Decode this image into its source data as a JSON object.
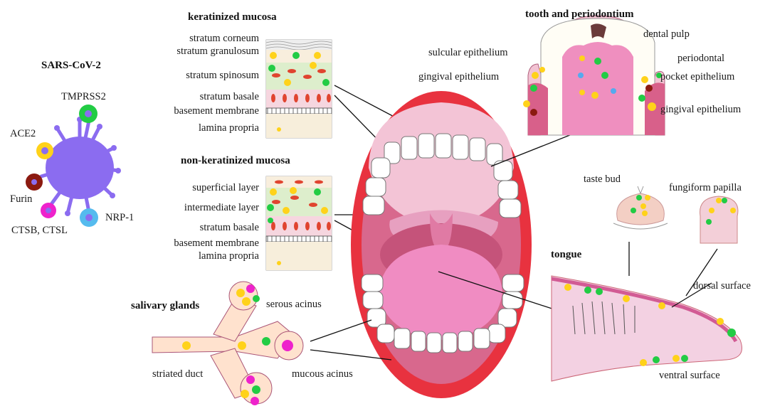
{
  "virus": {
    "title": "SARS-CoV-2",
    "receptors": [
      "TMPRSS2",
      "ACE2",
      "Furin",
      "NRP-1",
      "CTSB, CTSL"
    ]
  },
  "keratinized": {
    "title": "keratinized mucosa",
    "layers": [
      "stratum corneum",
      "stratum granulosum",
      "stratum spinosum",
      "stratum basale",
      "basement membrane",
      "lamina propria"
    ]
  },
  "nonkeratinized": {
    "title": "non-keratinized mucosa",
    "layers": [
      "superficial layer",
      "intermediate layer",
      "stratum basale",
      "basement membrane",
      "lamina propria"
    ]
  },
  "tooth": {
    "title": "tooth and periodontium",
    "labels": [
      "dental pulp",
      "sulcular epithelium",
      "periodontal",
      "gingival epithelium",
      "pocket epithelium",
      "gingival epithelium"
    ]
  },
  "tongue": {
    "title": "tongue",
    "labels": [
      "taste bud",
      "fungiform papilla",
      "dorsal surface",
      "ventral surface"
    ]
  },
  "salivary": {
    "title": "salivary glands",
    "labels": [
      "serous acinus",
      "striated duct",
      "mucous acinus"
    ]
  },
  "colors": {
    "virus": "#8b6cf0",
    "lip": "#e8323f",
    "palate": "#f3c4d6",
    "tongue": "#f08cc2",
    "dot_green": "#22cc44",
    "dot_yellow": "#ffd21a",
    "dot_magenta": "#ee22cc",
    "dot_darkred": "#8b1a10",
    "dot_blue": "#55aaee"
  }
}
